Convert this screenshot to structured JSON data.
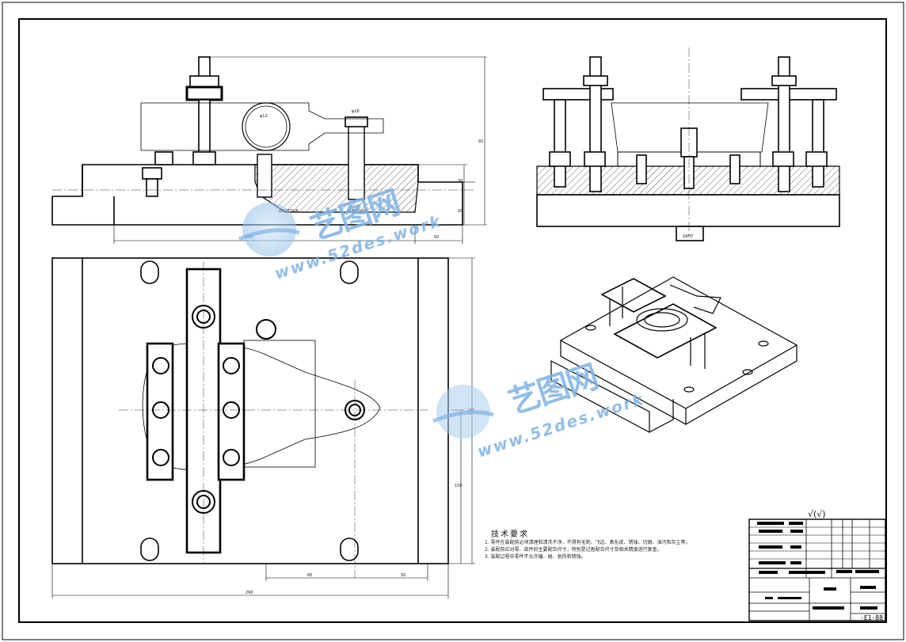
{
  "drawing": {
    "technical_requirements": {
      "title": "技术要求",
      "lines": [
        "1. 零件在装配前必须清理和清洗干净，不得有毛刺、飞边、氧化皮、锈蚀、切屑、油污和灰尘等。",
        "2. 装配前应对零、部件的主要配合尺寸，特别是过盈配合尺寸及相关精度进行复查。",
        "3. 装配过程中零件不允许磕、碰、划伤和锈蚀。"
      ]
    },
    "roughness_symbol": "√(√)",
    "title_block_code": "-E1-88-",
    "dimensions": {
      "front_height": "92",
      "front_step1": "30",
      "front_step2": "20",
      "front_left_len": "150",
      "front_right_len": "50",
      "top_width": "290",
      "top_height": "260",
      "top_lower_height": "150",
      "top_offset1": "60",
      "top_offset2": "50",
      "hole_a": "φ20H7/n6",
      "hole_b": "φ16H7/n6",
      "hole_c": "φ12",
      "hole_d": "φ16",
      "slot_width": "18H7"
    }
  },
  "watermark": {
    "brand": "艺图网",
    "url": "www.52des.work"
  }
}
